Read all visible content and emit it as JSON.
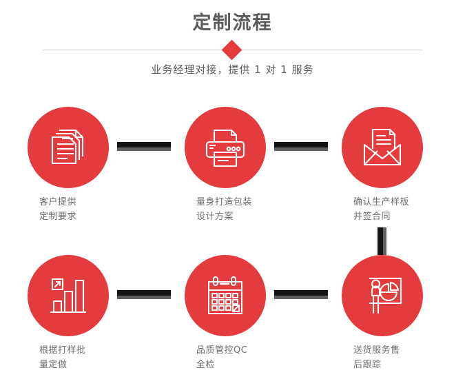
{
  "header": {
    "title": "定制流程",
    "subtitle": "业务经理对接，提供 1 对 1 服务",
    "accent_color": "#e33b3e",
    "title_color": "#5b5b5b",
    "divider_color": "#c9c9c9",
    "diamond_icon": "diamond-icon"
  },
  "connector": {
    "bar_color": "#141414",
    "shadow_color": "#5f5f5f"
  },
  "steps": [
    {
      "index": "1",
      "icon": "documents-stack-icon",
      "caption": "客户提供\n定制要求",
      "circle_color": "#e33b3e"
    },
    {
      "index": "2",
      "icon": "printer-icon",
      "caption": "量身打造包装\n设计方案",
      "circle_color": "#e33b3e"
    },
    {
      "index": "3",
      "icon": "envelope-letter-icon",
      "caption": "确认生产样板\n并签合同",
      "circle_color": "#e33b3e"
    },
    {
      "index": "4",
      "icon": "bar-chart-growth-icon",
      "caption": "根据打样批\n量定做",
      "circle_color": "#e33b3e"
    },
    {
      "index": "5",
      "icon": "calendar-check-icon",
      "caption": "品质管控QC\n全检",
      "circle_color": "#e33b3e"
    },
    {
      "index": "6",
      "icon": "presenter-piechart-icon",
      "caption": "送货服务售\n后跟踪",
      "circle_color": "#e33b3e"
    }
  ]
}
